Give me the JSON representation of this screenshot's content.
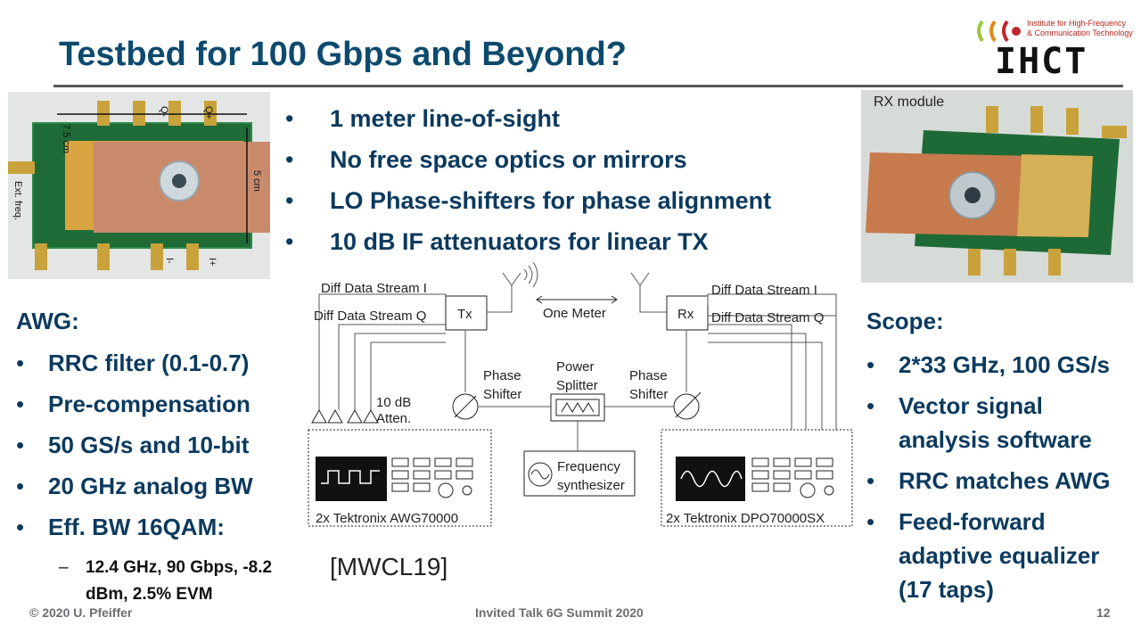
{
  "title": "Testbed for 100 Gbps and Beyond?",
  "logo": {
    "line1": "Institute for High-Frequency",
    "line2": "& Communication Technology",
    "word": "IHCT",
    "accent_colors": [
      "#9cc63b",
      "#e28a1c",
      "#c0272d"
    ]
  },
  "photos": {
    "left": {
      "labels": [
        "7.5 cm",
        "5 cm",
        "Q-",
        "Q+",
        "I-",
        "I+",
        "Ext. freq."
      ]
    },
    "right": {
      "label": "RX module"
    }
  },
  "center_bullets": [
    "1 meter line-of-sight",
    "No free space optics or mirrors",
    "LO Phase-shifters for phase alignment",
    "10 dB IF attenuators for linear TX"
  ],
  "awg": {
    "heading": "AWG:",
    "bullets": [
      "RRC filter (0.1-0.7)",
      "Pre-compensation",
      "50 GS/s and 10-bit",
      "20 GHz analog BW",
      "Eff. BW 16QAM:"
    ],
    "sub_bullet": "12.4 GHz, 90 Gbps, -8.2 dBm, 2.5% EVM"
  },
  "scope": {
    "heading": "Scope:",
    "bullets": [
      "2*33 GHz, 100 GS/s",
      "Vector signal analysis software",
      "RRC matches AWG",
      "Feed-forward adaptive equalizer (17 taps)"
    ]
  },
  "diagram": {
    "diff_i_left": "Diff Data Stream I",
    "diff_q_left": "Diff Data Stream Q",
    "tx": "Tx",
    "rx": "Rx",
    "one_meter": "One Meter",
    "diff_i_right": "Diff Data Stream I",
    "diff_q_right": "Diff Data Stream Q",
    "phase_left_1": "Phase",
    "phase_left_2": "Shifter",
    "power_1": "Power",
    "power_2": "Splitter",
    "phase_right_1": "Phase",
    "phase_right_2": "Shifter",
    "atten_1": "10 dB",
    "atten_2": "Atten.",
    "freq_1": "Frequency",
    "freq_2": "synthesizer",
    "awg_label": "2x Tektronix AWG70000",
    "dpo_label": "2x Tektronix DPO70000SX"
  },
  "citation": "[MWCL19]",
  "footer": {
    "left": "© 2020 U. Pfeiffer",
    "center": "Invited Talk 6G Summit 2020",
    "page": "12"
  }
}
